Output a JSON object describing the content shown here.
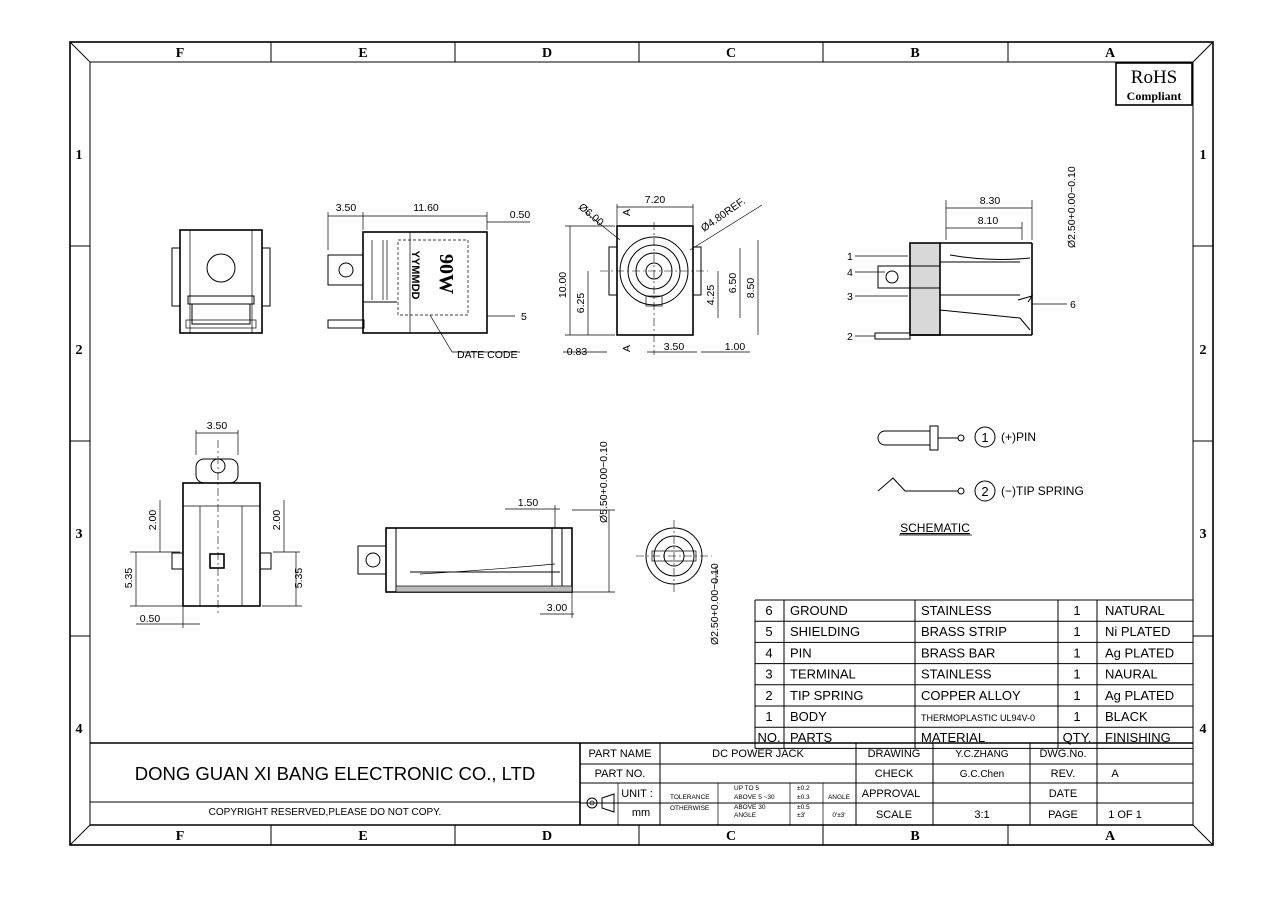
{
  "border": {
    "columns": [
      "F",
      "E",
      "D",
      "C",
      "B",
      "A"
    ],
    "rows": [
      "1",
      "2",
      "3",
      "4"
    ]
  },
  "rohs": {
    "line1": "RoHS",
    "line2": "Compliant"
  },
  "views": {
    "side": {
      "d1": "3.50",
      "d2": "11.60",
      "d3": "0.50",
      "marking": "90W",
      "datecode_mark": "YYMMDD",
      "date_code_label": "DATE CODE",
      "callout": "5"
    },
    "front": {
      "d_top": "7.20",
      "d_dia6": "Ø6.00",
      "d_ref": "Ø4.80REF.",
      "d_h10": "10.00",
      "d_h625": "6.25",
      "d_425": "4.25",
      "d_650": "6.50",
      "d_850": "8.50",
      "d_083": "0.83",
      "d_350": "3.50",
      "d_100": "1.00",
      "sec_a": "A"
    },
    "section": {
      "d_830": "8.30",
      "d_810": "8.10",
      "d_pin": "Ø2.50+0.00−0.10",
      "c1": "1",
      "c2": "2",
      "c3": "3",
      "c4": "4",
      "c6": "6"
    },
    "bottom": {
      "d_350": "3.50",
      "d_200l": "2.00",
      "d_200r": "2.00",
      "d_535l": "5.35",
      "d_535r": "5.35",
      "d_050": "0.50"
    },
    "lower_side": {
      "d_150": "1.50",
      "d_550": "Ø5.50+0.00−0.10",
      "d_300": "3.00",
      "d_250": "Ø2.50+0.00−0.10"
    }
  },
  "schematic": {
    "pin_num": "1",
    "pin_label": "(+)PIN",
    "tip_num": "2",
    "tip_label": "(−)TIP SPRING",
    "title": "SCHEMATIC"
  },
  "bom": {
    "header": {
      "no": "NO.",
      "part": "PARTS",
      "material": "MATERIAL",
      "qty": "QTY.",
      "finish": "FINISHING"
    },
    "rows": [
      {
        "no": "6",
        "part": "GROUND",
        "material": "STAINLESS",
        "qty": "1",
        "finish": "NATURAL"
      },
      {
        "no": "5",
        "part": "SHIELDING",
        "material": "BRASS STRIP",
        "qty": "1",
        "finish": "Ni PLATED"
      },
      {
        "no": "4",
        "part": "PIN",
        "material": "BRASS BAR",
        "qty": "1",
        "finish": "Ag PLATED"
      },
      {
        "no": "3",
        "part": "TERMINAL",
        "material": "STAINLESS",
        "qty": "1",
        "finish": "NAURAL"
      },
      {
        "no": "2",
        "part": "TIP SPRING",
        "material": "COPPER ALLOY",
        "qty": "1",
        "finish": "Ag PLATED"
      },
      {
        "no": "1",
        "part": "BODY",
        "material": "THERMOPLASTIC UL94V-0",
        "qty": "1",
        "finish": "BLACK"
      }
    ]
  },
  "title_block": {
    "company": "DONG GUAN XI BANG ELECTRONIC CO., LTD",
    "copyright": "COPYRIGHT RESERVED,PLEASE DO NOT COPY.",
    "part_name_label": "PART NAME",
    "part_name": "DC POWER JACK",
    "part_no_label": "PART NO.",
    "unit_label": "UNIT :",
    "unit": "mm",
    "tol_label1": "TOLERANCE",
    "tol_label2": "OTHERWISE",
    "tol_r1": "UP TO 5",
    "tol_v1": "±0.2",
    "tol_r2": "ABOVE 5 ~30",
    "tol_v2": "±0.3",
    "tol_r3": "ABOVE 30",
    "tol_v3": "±0.5",
    "tol_r4": "ANGLE",
    "tol_v4": "±3'",
    "angle_label": "ANGLE",
    "angle_val": "0'±3'",
    "drawing_label": "DRAWING",
    "drawing": "Y.C.ZHANG",
    "check_label": "CHECK",
    "check": "G.C.Chen",
    "approval_label": "APPROVAL",
    "approval": "",
    "scale_label": "SCALE",
    "scale": "3:1",
    "dwg_label": "DWG.No.",
    "dwg": "",
    "rev_label": "REV.",
    "rev": "A",
    "date_label": "DATE",
    "date": "",
    "page_label": "PAGE",
    "page": "1 OF 1"
  }
}
